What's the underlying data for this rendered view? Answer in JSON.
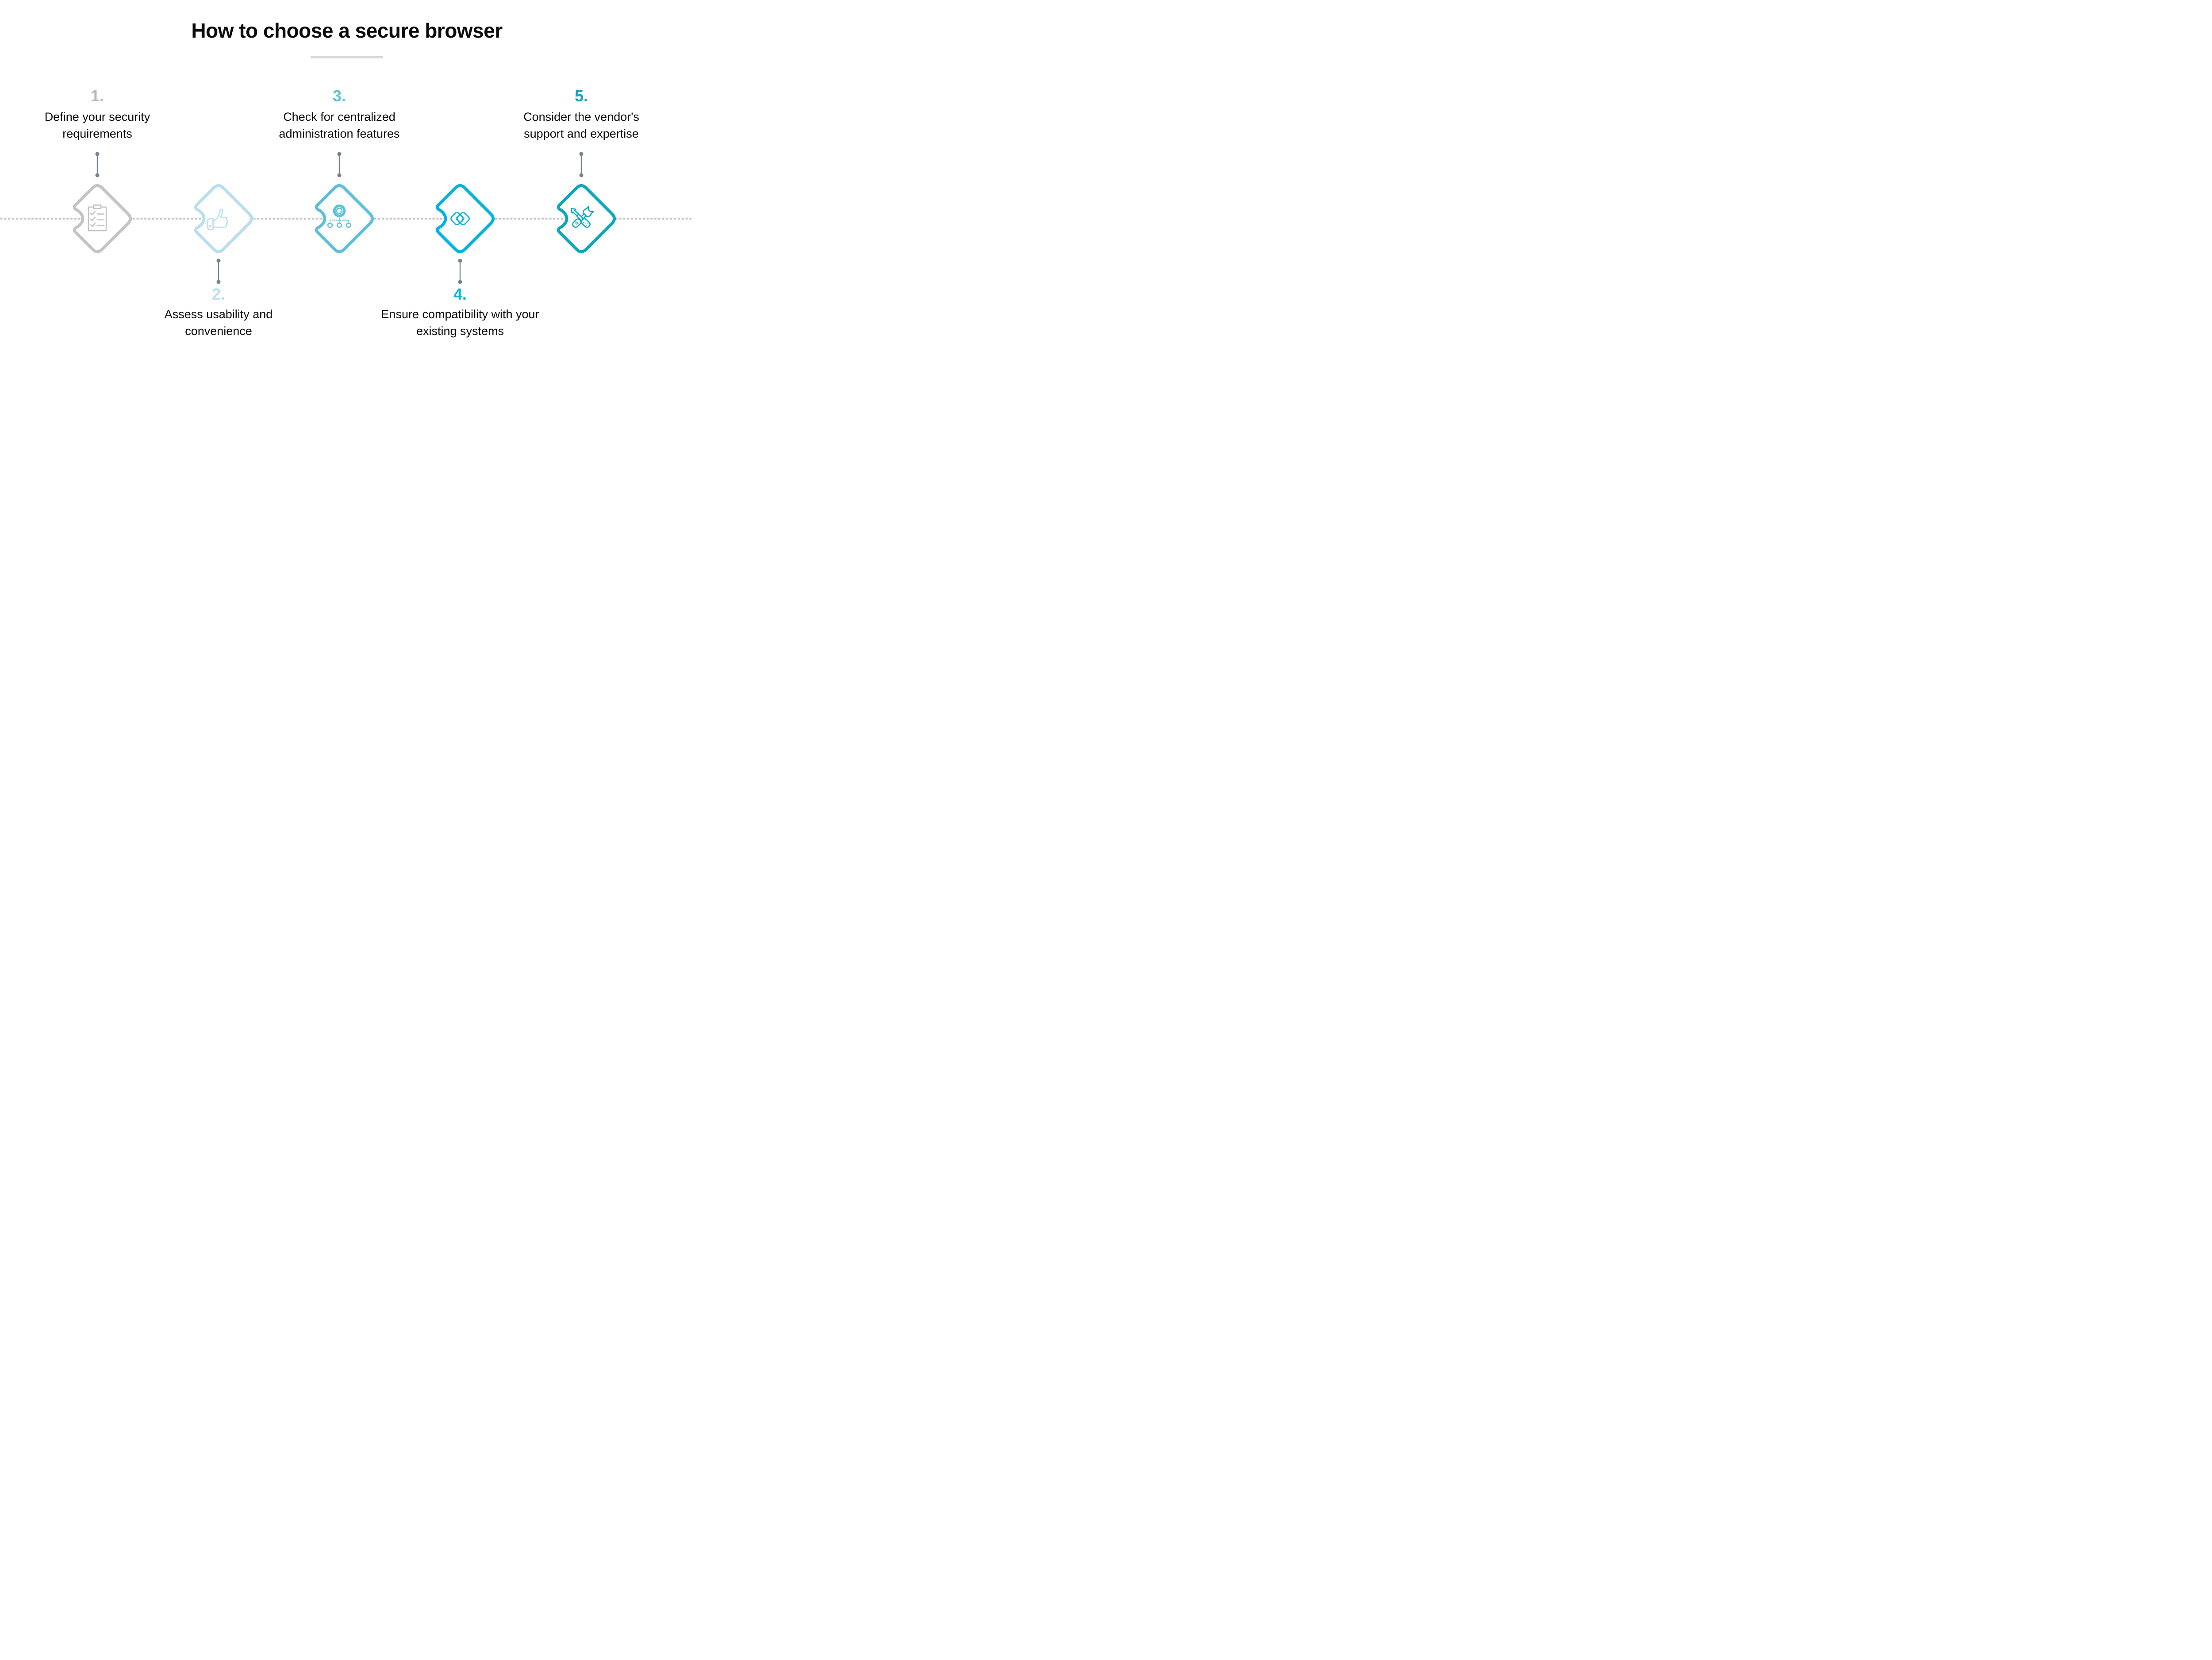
{
  "title": "How to choose a secure browser",
  "steps": [
    {
      "number": "1.",
      "label": "Define your security requirements",
      "lines": [
        "Define your security",
        "requirements"
      ],
      "icon": "checklist-icon",
      "accent_color": "#c4c4c4",
      "number_color": "#b6b6b6",
      "label_position": "above"
    },
    {
      "number": "2.",
      "label": "Assess usability and convenience",
      "lines": [
        "Assess usability and",
        "convenience"
      ],
      "icon": "thumbs-up-icon",
      "accent_color": "#b9def0",
      "number_color": "#b9def0",
      "label_position": "below"
    },
    {
      "number": "3.",
      "label": "Check for centralized administration features",
      "lines": [
        "Check for centralized",
        "administration features"
      ],
      "icon": "gear-hierarchy-icon",
      "accent_color": "#5fc0d8",
      "number_color": "#5fc0d8",
      "label_position": "above"
    },
    {
      "number": "4.",
      "label": "Ensure compatibility with your existing systems",
      "lines": [
        "Ensure compatibility with your",
        "existing systems"
      ],
      "icon": "overlapping-diamonds-icon",
      "accent_color": "#03b2e2",
      "number_color": "#03b2e2",
      "label_position": "below"
    },
    {
      "number": "5.",
      "label": "Consider the vendor's support and expertise",
      "lines": [
        "Consider the vendor's",
        "support and expertise"
      ],
      "icon": "tools-icon",
      "accent_color": "#0ea6bf",
      "number_color": "#0ea6bf",
      "label_position": "above"
    }
  ],
  "colors": {
    "background": "#ffffff",
    "text": "#0b0b0b",
    "title_underline": "#d8d8d8",
    "timeline_dash": "#c2c2c2",
    "connector": "#75838d"
  }
}
